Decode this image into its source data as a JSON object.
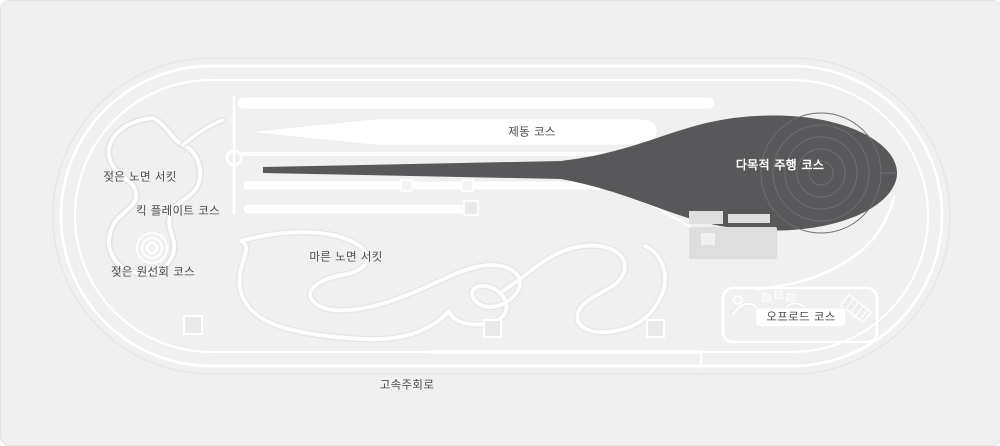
{
  "colors": {
    "background": "#f1f0f0",
    "track_line": "#ffffff",
    "track_casing": "#e4e4e4",
    "highlight": "#58585a",
    "skidpad_ring": "#6e6e70",
    "building": "#dedede",
    "label_text": "#4b4b4b",
    "highlight_label": "#ffffff"
  },
  "labels": {
    "braking": "제동 코스",
    "multipurpose": "다목적 주행 코스",
    "wet_circuit": "젖은 노면 서킷",
    "kick_plate": "킥 플레이트 코스",
    "wet_circle": "젖은 원선회 코스",
    "dry_circuit": "마른 노면 서킷",
    "offroad": "오프로드 코스",
    "high_speed": "고속주회로"
  }
}
